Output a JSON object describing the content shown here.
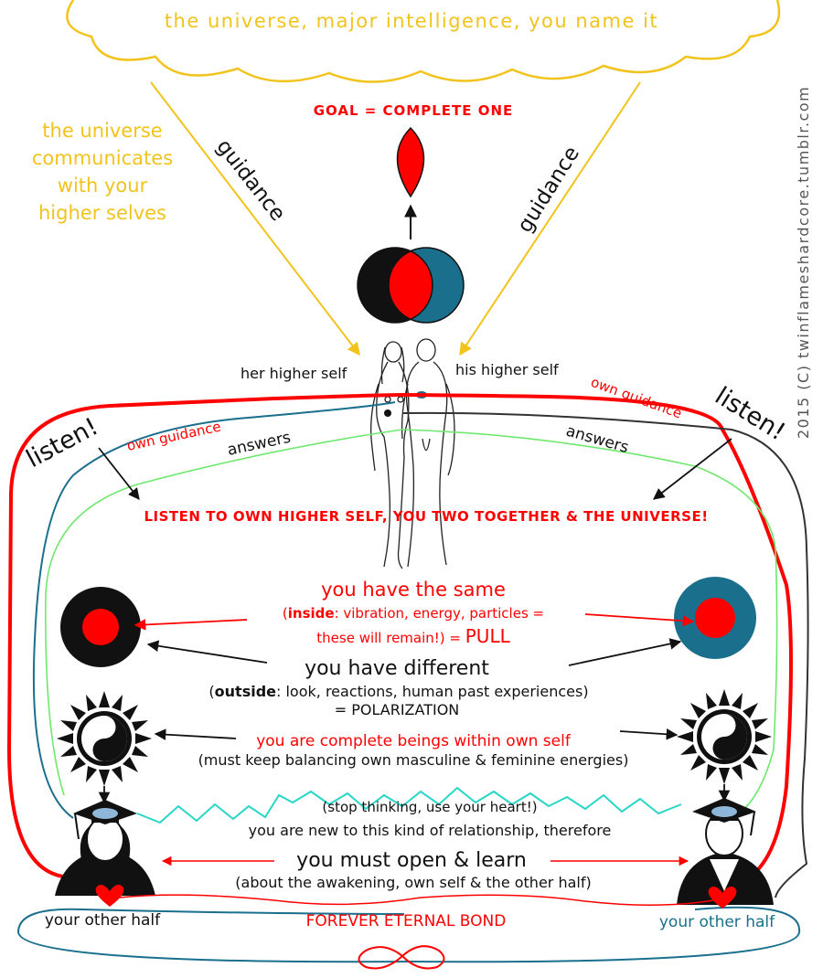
{
  "labels": {
    "universe": "the universe, major intelligence, you name it",
    "communicates": [
      "the universe",
      "communicates",
      "with your",
      "higher selves"
    ],
    "guidance": "guidance",
    "goal": "GOAL = COMPLETE ONE",
    "her_higher_self": "her higher self",
    "his_higher_self": "his higher self",
    "listen": "listen!",
    "own_guidance": "own guidance",
    "answers": "answers",
    "listen_instruction": "LISTEN TO OWN HIGHER SELF, YOU TWO TOGETHER & THE UNIVERSE!",
    "same_title": "you have the same",
    "same_inside_bold": "inside",
    "same_inside_rest": ": vibration, energy, particles =",
    "same_remain": "these will remain!) = ",
    "same_pull": "PULL",
    "different_title": "you have different",
    "different_outside_bold": "outside",
    "different_outside_rest": ": look, reactions, human past experiences)",
    "polarization": "= POLARIZATION",
    "complete_beings": "you are complete beings within own self",
    "balancing": "(must keep balancing own masculine & feminine energies)",
    "stop_thinking": "(stop thinking, use your heart!)",
    "new_relationship": "you are new to this kind of relationship, therefore",
    "open_learn": "you must open & learn",
    "about_awakening": "(about the awakening, own self & the other half)",
    "other_half_left": "your other half",
    "other_half_right": "your other half",
    "forever_bond": "FOREVER ETERNAL BOND",
    "copyright": "2015 (C) twinflameshardcore.tumblr.com"
  },
  "colors": {
    "universe_yellow": "#f2c31c",
    "red": "#ff0000",
    "black": "#111111",
    "teal": "#1a6f8c",
    "green": "#6ee86e",
    "cyan": "#28d6c8"
  },
  "icons": [
    "cloud",
    "red-flame",
    "venn-circles",
    "couple-figure",
    "black-red-circle",
    "teal-red-circle",
    "yin-yang-sun",
    "graduate-woman",
    "graduate-man",
    "heart",
    "infinity"
  ]
}
